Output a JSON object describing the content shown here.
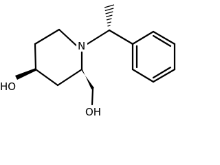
{
  "molecule": {
    "atoms": {
      "nitrogen": "N",
      "hydroxyl_left": "HO",
      "hydroxyl_bottom": "OH"
    }
  }
}
